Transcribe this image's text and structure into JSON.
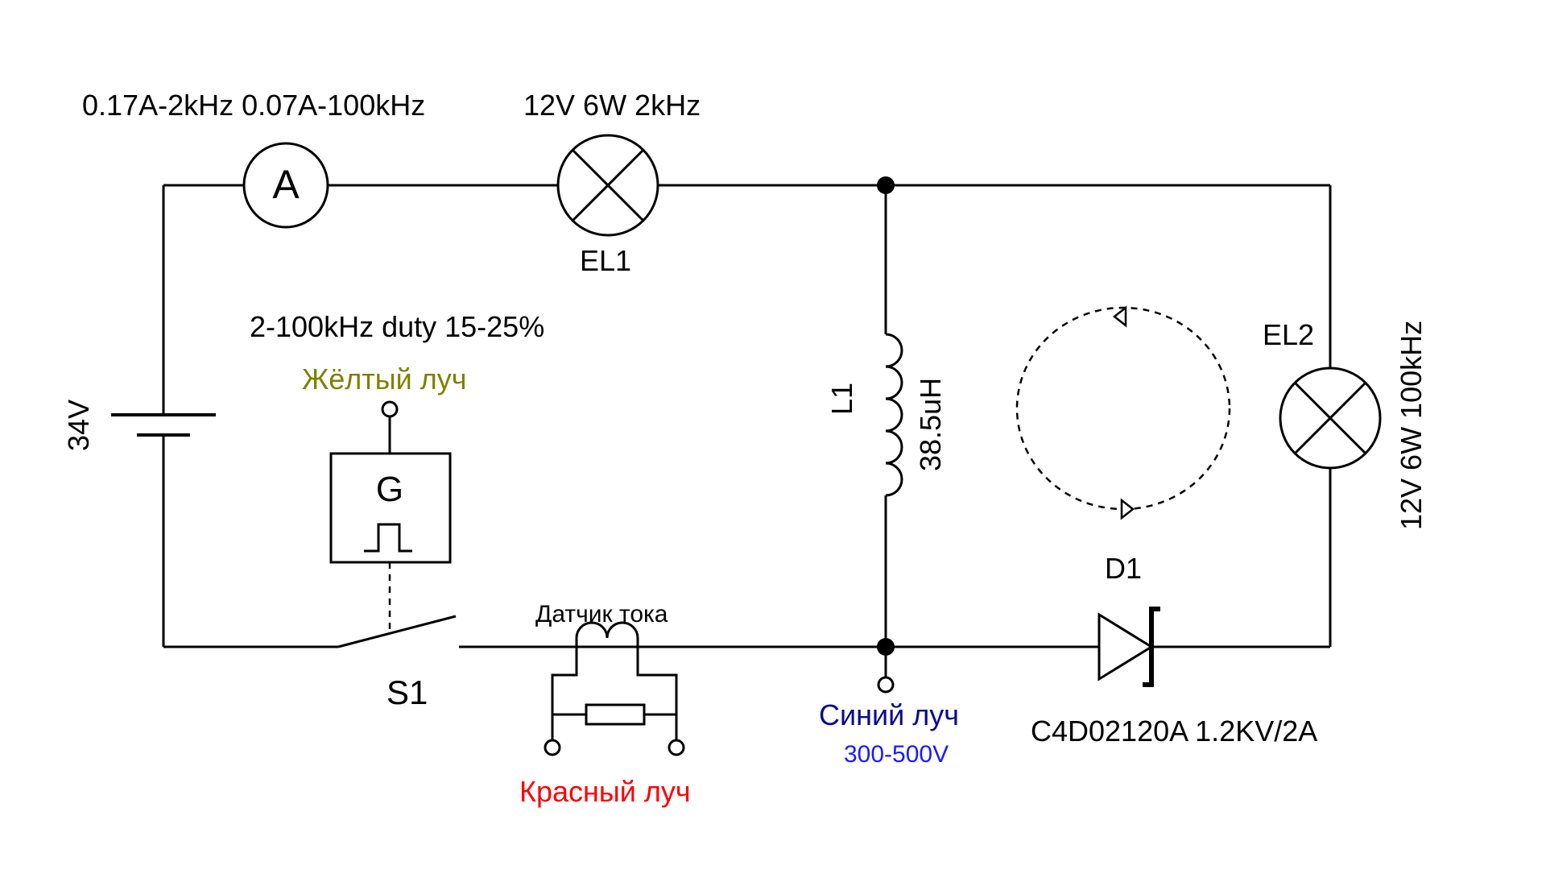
{
  "labels": {
    "ammeter_spec": "0.17A-2kHz 0.07A-100kHz",
    "ammeter_symbol": "A",
    "el1_spec": "12V 6W 2kHz",
    "el1_name": "EL1",
    "generator_spec": "2-100kHz  duty 15-25%",
    "yellow_probe": "Жёлтый луч",
    "generator_symbol": "G",
    "battery_voltage": "34V",
    "switch_name": "S1",
    "current_sensor": "Датчик тока",
    "red_probe": "Красный луч",
    "inductor_name": "L1",
    "inductor_value": "38.5uH",
    "blue_probe": "Синий луч",
    "blue_probe_range": "300-500V",
    "diode_name": "D1",
    "diode_spec": "C4D02120A 1.2KV/2A",
    "el2_name": "EL2",
    "el2_spec": "12V 6W 100kHz"
  },
  "colors": {
    "wire": "#000000",
    "yellow_probe": "#808000",
    "red_probe": "#ff0000",
    "blue_probe": "#0a0a8c",
    "blue_range": "#1a1aff"
  }
}
